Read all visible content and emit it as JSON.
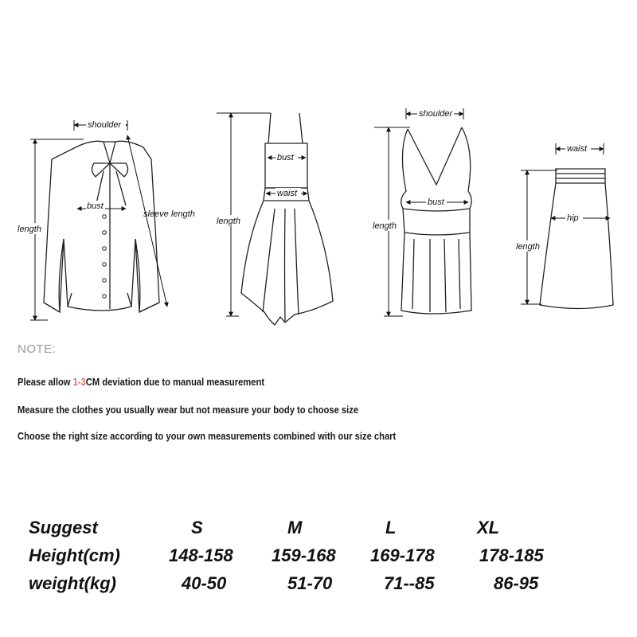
{
  "garments": {
    "blouse": {
      "shoulder": "shoulder",
      "bust": "bust",
      "length": "length",
      "sleeve_length": "sleeve length"
    },
    "dress": {
      "bust": "bust",
      "waist": "waist",
      "length": "length"
    },
    "tank": {
      "shoulder": "shoulder",
      "bust": "bust",
      "length": "length"
    },
    "skirt": {
      "waist": "waist",
      "hip": "hip",
      "length": "length"
    }
  },
  "note": {
    "title": "NOTE:",
    "line1_before": "Please allow ",
    "line1_highlight": "1-3",
    "line1_after": "CM deviation due to manual measurement",
    "line2": "Measure the clothes you usually wear but not measure your body to choose size",
    "line3": "Choose the right size according to your own measurements combined with our size chart"
  },
  "size_table": {
    "header": {
      "label": "Suggest",
      "cols": [
        "S",
        "M",
        "L",
        "XL"
      ]
    },
    "rows": [
      {
        "label": "Height(cm)",
        "values": [
          "148-158",
          "159-168",
          "169-178",
          "178-185"
        ]
      },
      {
        "label": "weight(kg)",
        "values": [
          "40-50",
          "51-70",
          "71--85",
          "86-95"
        ]
      }
    ]
  },
  "colors": {
    "highlight": "#e06a5a",
    "note_title": "#9a9a9a"
  }
}
